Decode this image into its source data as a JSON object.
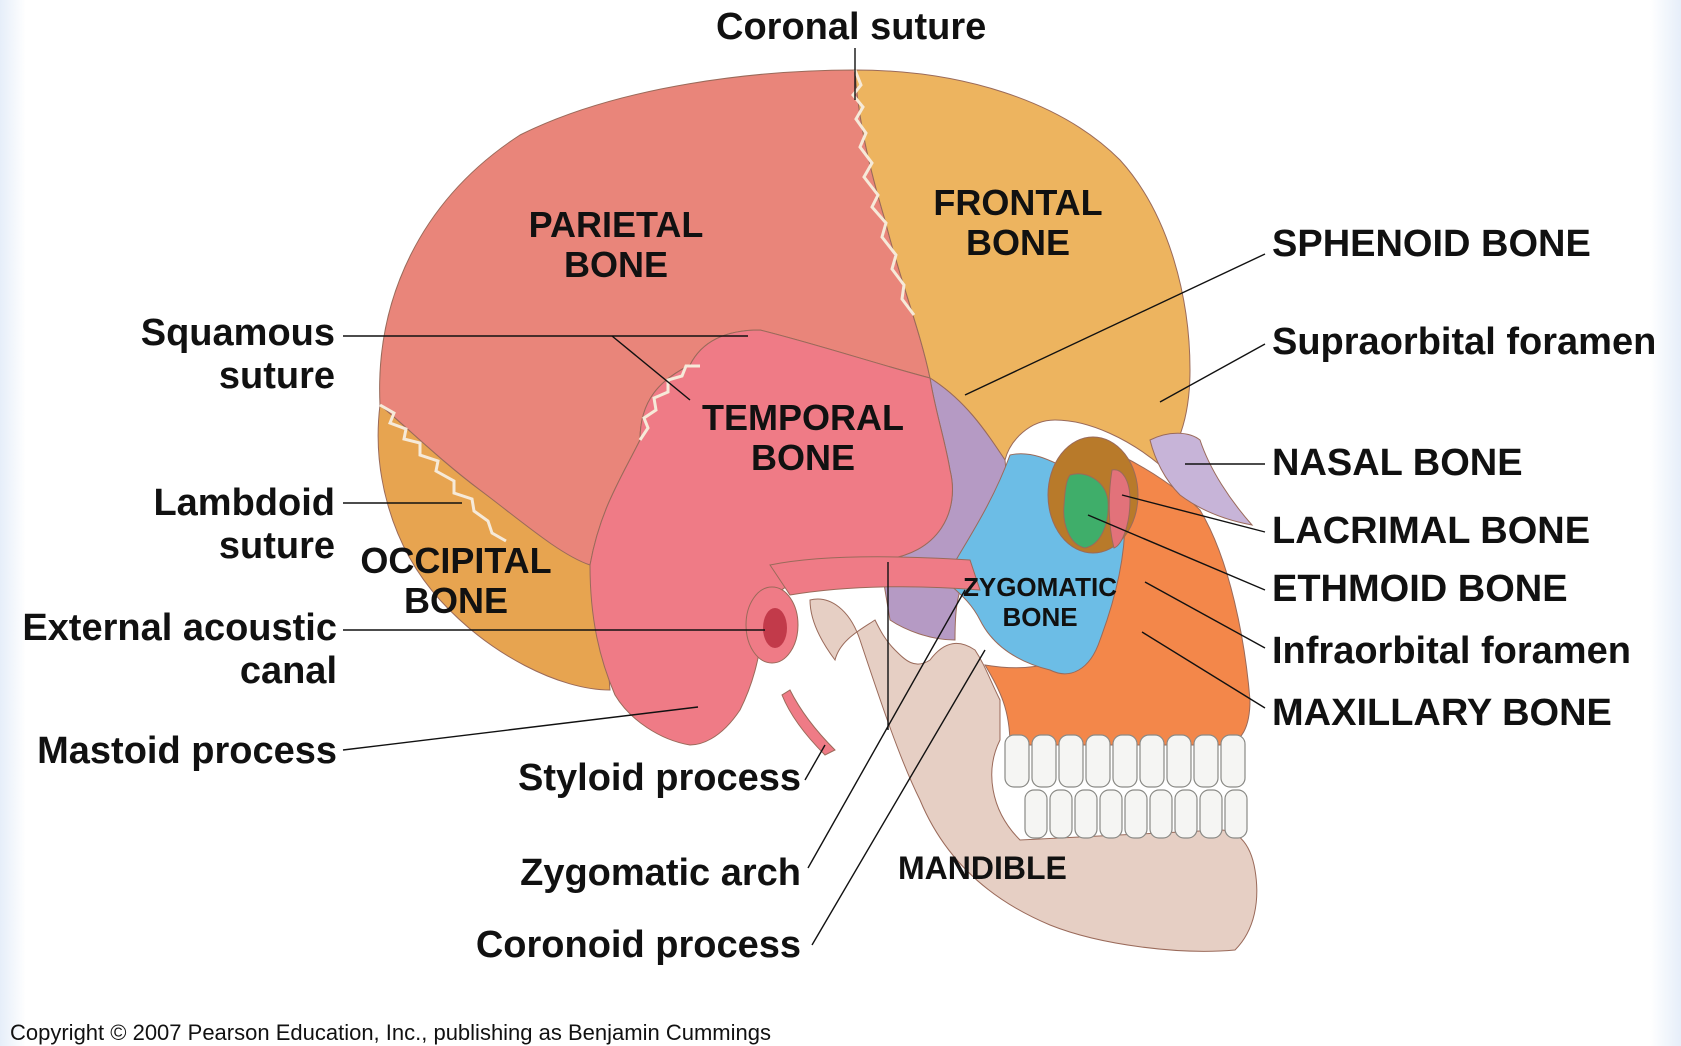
{
  "labels": {
    "coronal_suture": "Coronal suture",
    "squamous_suture": [
      "Squamous",
      "suture"
    ],
    "lambdoid_suture": [
      "Lambdoid",
      "suture"
    ],
    "external_acoustic_canal": [
      "External acoustic",
      "canal"
    ],
    "mastoid_process": "Mastoid process",
    "styloid_process": "Styloid process",
    "zygomatic_arch": "Zygomatic arch",
    "coronoid_process": "Coronoid process",
    "sphenoid_bone": "SPHENOID BONE",
    "supraorbital_foramen": "Supraorbital foramen",
    "nasal_bone": "NASAL BONE",
    "lacrimal_bone": "LACRIMAL BONE",
    "ethmoid_bone": "ETHMOID BONE",
    "infraorbital_foramen": "Infraorbital foramen",
    "maxillary_bone": "MAXILLARY BONE"
  },
  "bones": {
    "parietal": [
      "PARIETAL",
      "BONE"
    ],
    "frontal": [
      "FRONTAL",
      "BONE"
    ],
    "temporal": [
      "TEMPORAL",
      "BONE"
    ],
    "occipital": [
      "OCCIPITAL",
      "BONE"
    ],
    "zygomatic": [
      "ZYGOMATIC",
      "BONE"
    ],
    "mandible": "MANDIBLE"
  },
  "colors": {
    "parietal": "#e9857a",
    "frontal": "#edb45f",
    "temporal": "#ef7b86",
    "occipital": "#e7a450",
    "sphenoid": "#b59ac4",
    "zygomatic": "#6cbde6",
    "maxilla": "#f3874a",
    "mandible": "#e6cfc4",
    "ethmoid": "#3fae6a",
    "lacrimal": "#e2727a",
    "nasal": "#c7b4d8",
    "teeth": "#f5f5f3"
  },
  "copyright": "Copyright © 2007 Pearson Education, Inc., publishing as Benjamin Cummings"
}
